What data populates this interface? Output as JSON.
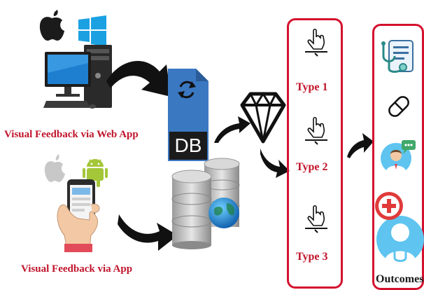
{
  "sources": {
    "web_caption": "Visual Feedback via Web App",
    "app_caption": "Visual Feedback via App"
  },
  "storage": {
    "db_label": "DB"
  },
  "types": {
    "items": [
      {
        "label": "Type 1"
      },
      {
        "label": "Type 2"
      },
      {
        "label": "Type 3"
      }
    ]
  },
  "outcomes": {
    "label": "Outcomes",
    "icons": [
      "stethoscope-document-icon",
      "pill-icon",
      "doctor-speech-icon",
      "medical-doctor-icon"
    ]
  },
  "colors": {
    "accent_red": "#d4112e",
    "caption_red": "#c0142b",
    "arrow_black": "#111111",
    "windows_blue": "#1ba1e2",
    "android_green": "#a4c639",
    "db_blue": "#3b78c2"
  }
}
